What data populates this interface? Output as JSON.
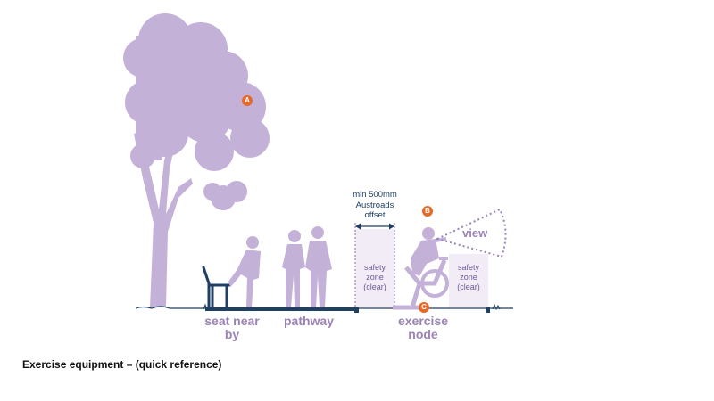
{
  "labels": {
    "seat": "seat near by",
    "pathway": "pathway",
    "exercise_node": "exercise node",
    "offset": "min 500mm Austroads offset",
    "safety_zone_left": "safety zone (clear)",
    "safety_zone_right": "safety zone (clear)",
    "view": "view"
  },
  "badges": {
    "a": "A",
    "b": "B",
    "c": "C"
  },
  "caption": "Exercise equipment – (quick reference)",
  "colors": {
    "silhouette": "#c4b1d8",
    "label": "#9b83b8",
    "navy": "#1f3f63",
    "badge": "#e56a2a",
    "zone_fill": "#f1ecf6",
    "ground": "#1f3f63"
  }
}
